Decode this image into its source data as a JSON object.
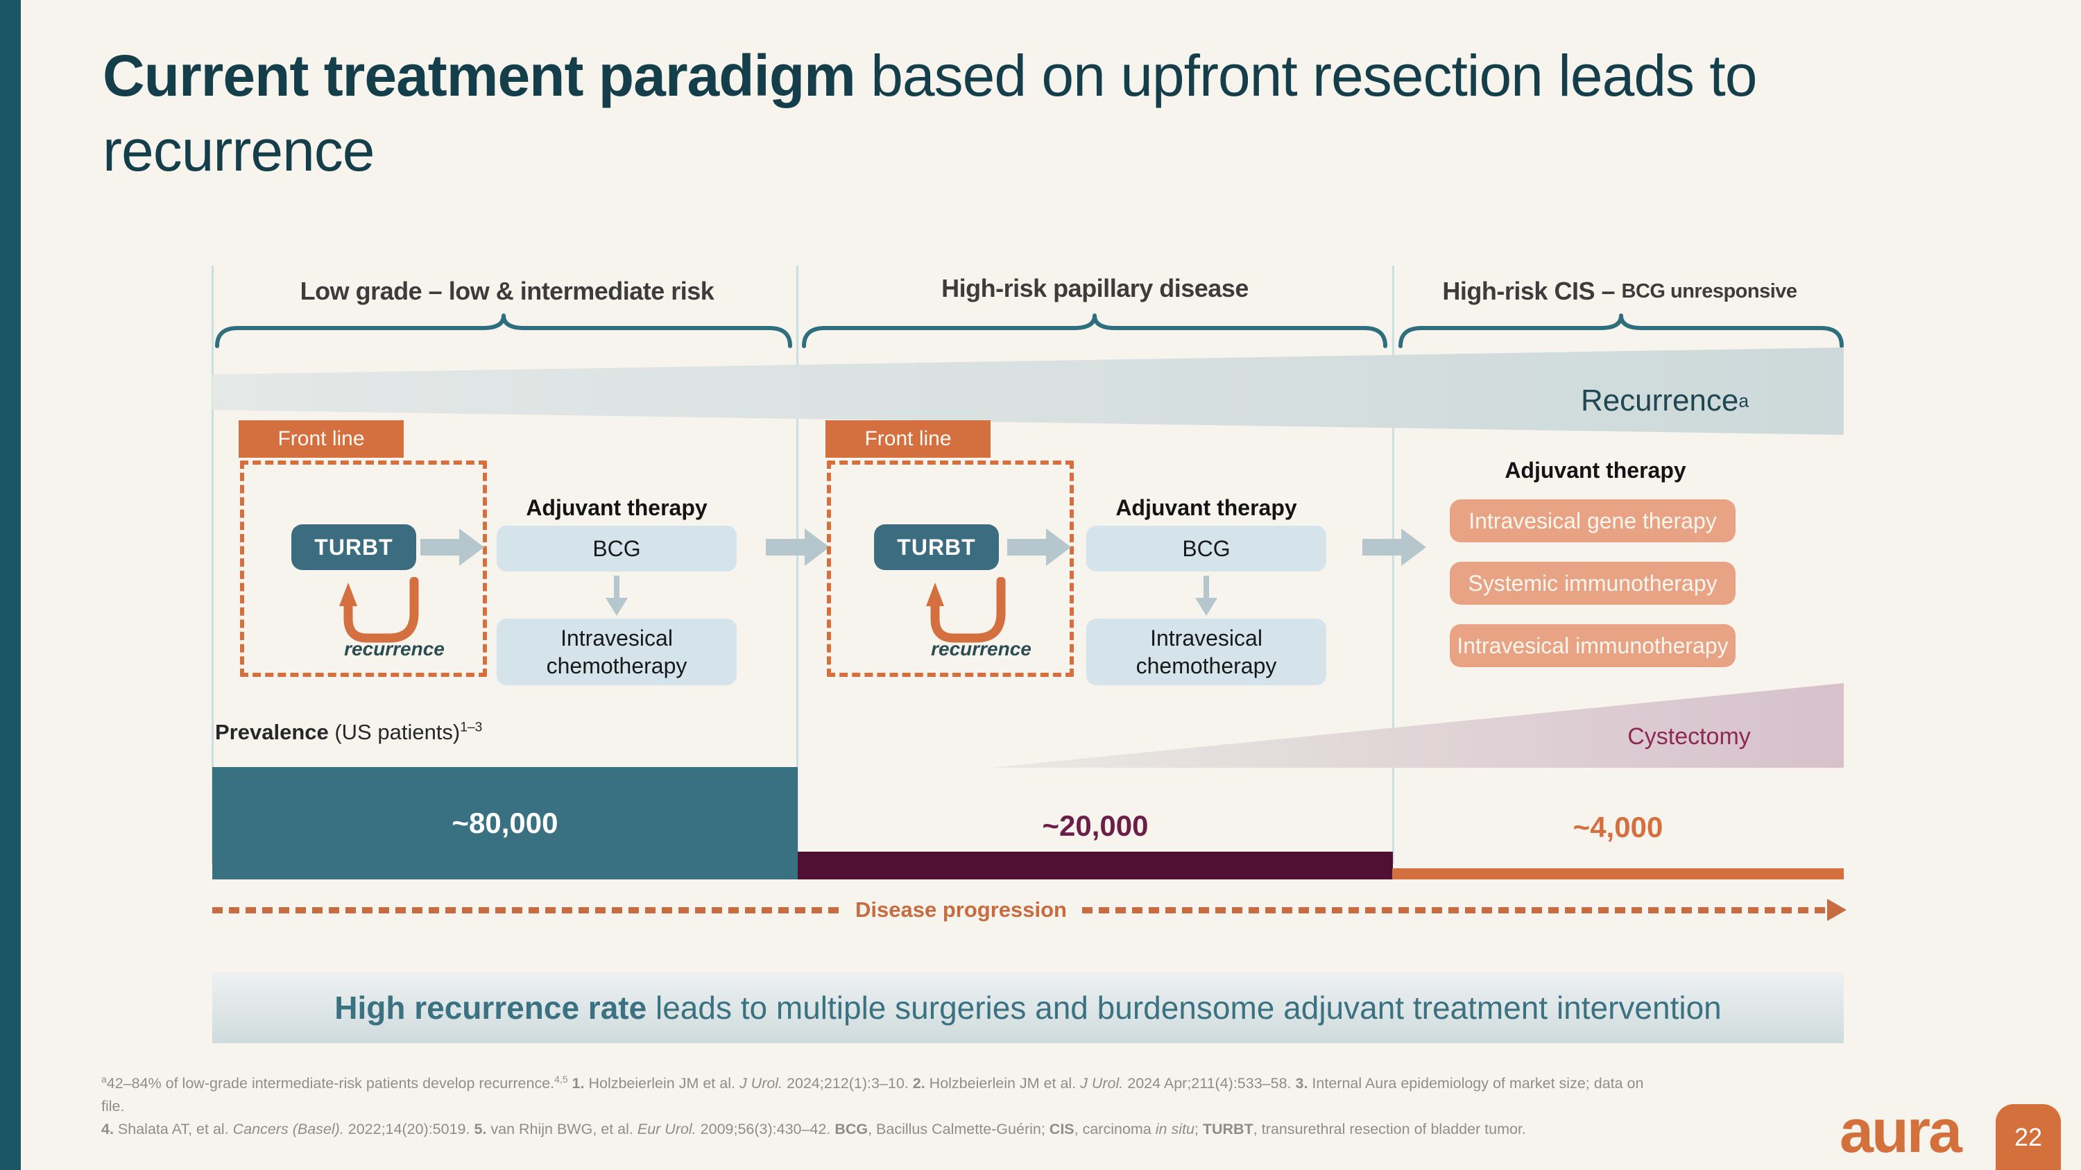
{
  "title": {
    "bold": "Current treatment paradigm",
    "regular": " based on upfront resection leads to recurrence"
  },
  "recurrence_band": {
    "label": "Recurrence",
    "sup": "a"
  },
  "columns": [
    {
      "header": "Low grade – low & intermediate risk",
      "front_line": "Front line",
      "turbt": "TURBT",
      "adjuvant": "Adjuvant therapy",
      "therapy_1": "BCG",
      "therapy_2": "Intravesical chemotherapy",
      "loop_label": "recurrence"
    },
    {
      "header": "High-risk papillary disease",
      "front_line": "Front line",
      "turbt": "TURBT",
      "adjuvant": "Adjuvant therapy",
      "therapy_1": "BCG",
      "therapy_2": "Intravesical chemotherapy",
      "loop_label": "recurrence"
    },
    {
      "header_main": "High-risk CIS –",
      "header_sub": "BCG unresponsive",
      "adjuvant": "Adjuvant therapy",
      "boxes": [
        "Intravesical gene therapy",
        "Systemic immunotherapy",
        "Intravesical immunotherapy"
      ],
      "cystectomy": "Cystectomy"
    }
  ],
  "prevalence": {
    "label_bold": "Prevalence",
    "label_rest": " (US patients)",
    "sup": "1–3",
    "values": [
      "~80,000",
      "~20,000",
      "~4,000"
    ]
  },
  "disease_progression": "Disease progression",
  "banner": {
    "bold": "High recurrence rate",
    "regular": " leads to multiple surgeries and burdensome adjuvant treatment intervention"
  },
  "footnotes": {
    "lines": [
      [
        {
          "t": "a",
          "sup": true
        },
        {
          "t": "42–84% of low-grade intermediate-risk  patients develop recurrence."
        },
        {
          "t": "4,5",
          "sup": true
        },
        {
          "t": " "
        },
        {
          "t": "1.",
          "b": true
        },
        {
          "t": " Holzbeierlein JM et al. "
        },
        {
          "t": "J Urol.",
          "i": true
        },
        {
          "t": " 2024;212(1):3–10. "
        },
        {
          "t": "2.",
          "b": true
        },
        {
          "t": " Holzbeierlein JM et al. "
        },
        {
          "t": "J Urol.",
          "i": true
        },
        {
          "t": " 2024 Apr;211(4):533–58. "
        },
        {
          "t": "3.",
          "b": true
        },
        {
          "t": " Internal Aura epidemiology of market size; data on"
        }
      ],
      [
        {
          "t": "file."
        }
      ],
      [
        {
          "t": "4.",
          "b": true
        },
        {
          "t": " Shalata AT, et al. "
        },
        {
          "t": "Cancers (Basel).",
          "i": true
        },
        {
          "t": " 2022;14(20):5019. "
        },
        {
          "t": "5.",
          "b": true
        },
        {
          "t": " van Rhijn BWG, et al. "
        },
        {
          "t": "Eur Urol.",
          "i": true
        },
        {
          "t": " 2009;56(3):430–42. "
        },
        {
          "t": "BCG",
          "b": true
        },
        {
          "t": ", Bacillus Calmette-Guérin; "
        },
        {
          "t": "CIS",
          "b": true
        },
        {
          "t": ", carcinoma "
        },
        {
          "t": "in situ",
          "i": true
        },
        {
          "t": "; "
        },
        {
          "t": "TURBT",
          "b": true
        },
        {
          "t": ", transurethral resection of bladder tumor."
        }
      ]
    ]
  },
  "footer": {
    "logo": "aura",
    "page": "22"
  },
  "colors": {
    "accent_orange": "#d4703f",
    "teal_bar": "#397183",
    "teal_dark": "#143e4a",
    "maroon_bar": "#4f1033",
    "maroon_text": "#6b1f48",
    "salmon": "#e7a383",
    "light_blue": "#d5e4eb",
    "band_gray": "#d3dcdd",
    "banner_teal": "#3a7282"
  }
}
